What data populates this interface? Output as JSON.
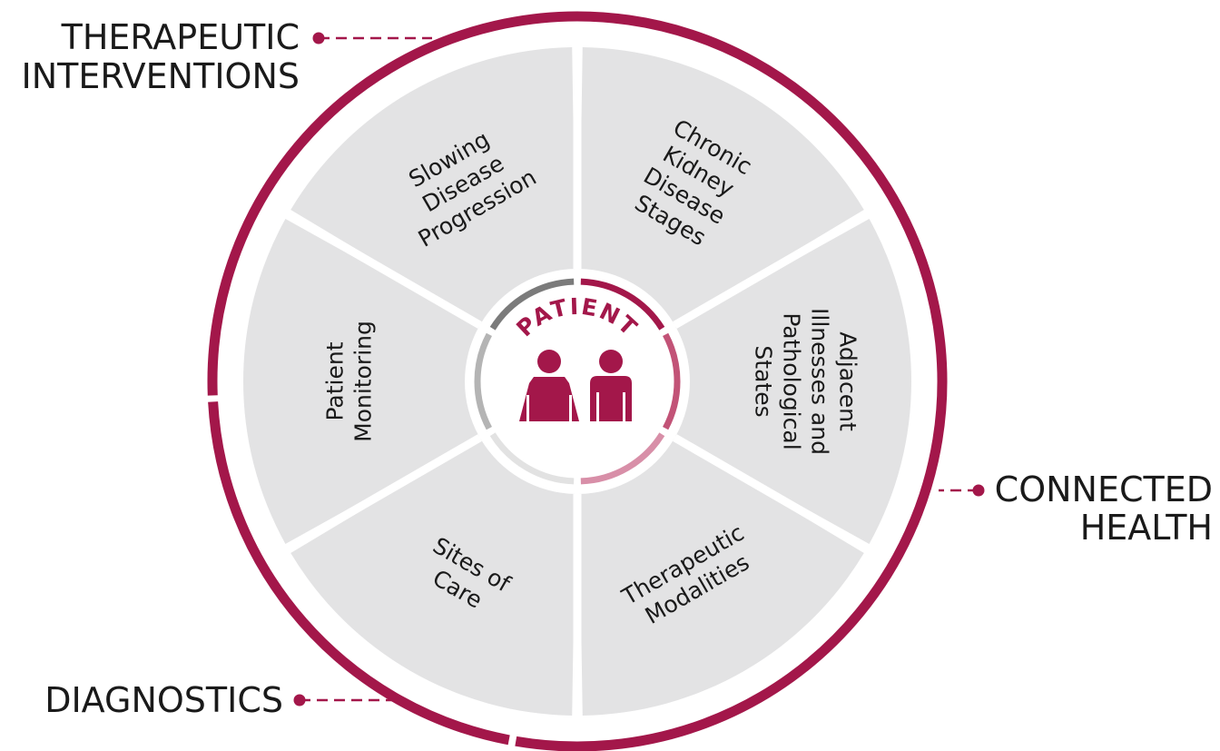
{
  "colors": {
    "brand": "#a3174a",
    "segment_fill": "#e3e3e4",
    "gap": "#ffffff",
    "text": "#1a1a1a",
    "inner_ring": [
      "#a3174a",
      "#c25377",
      "#d88fa8",
      "#e2e2e2",
      "#b4b4b4",
      "#7b7b7b"
    ]
  },
  "external_labels": [
    {
      "key": "therapeutic",
      "lines": [
        "THERAPEUTIC",
        "INTERVENTIONS"
      ]
    },
    {
      "key": "connected",
      "lines": [
        "CONNECTED",
        "HEALTH"
      ]
    },
    {
      "key": "diagnostics",
      "lines": [
        "DIAGNOSTICS"
      ]
    }
  ],
  "center": {
    "label": "PATIENT",
    "icon": "two-people-icon"
  },
  "segments": [
    {
      "key": "chronic-kidney-disease-stages",
      "lines": [
        "Chronic",
        "Kidney",
        "Disease",
        "Stages"
      ]
    },
    {
      "key": "adjacent-illnesses",
      "lines": [
        "Adjacent",
        "Illnesses and",
        "Pathological",
        "States"
      ]
    },
    {
      "key": "therapeutic-modalities",
      "lines": [
        "Therapeutic",
        "Modalities"
      ]
    },
    {
      "key": "sites-of-care",
      "lines": [
        "Sites of",
        "Care"
      ]
    },
    {
      "key": "patient-monitoring",
      "lines": [
        "Patient",
        "Monitoring"
      ]
    },
    {
      "key": "slowing-disease-progression",
      "lines": [
        "Slowing",
        "Disease",
        "Progression"
      ]
    }
  ]
}
